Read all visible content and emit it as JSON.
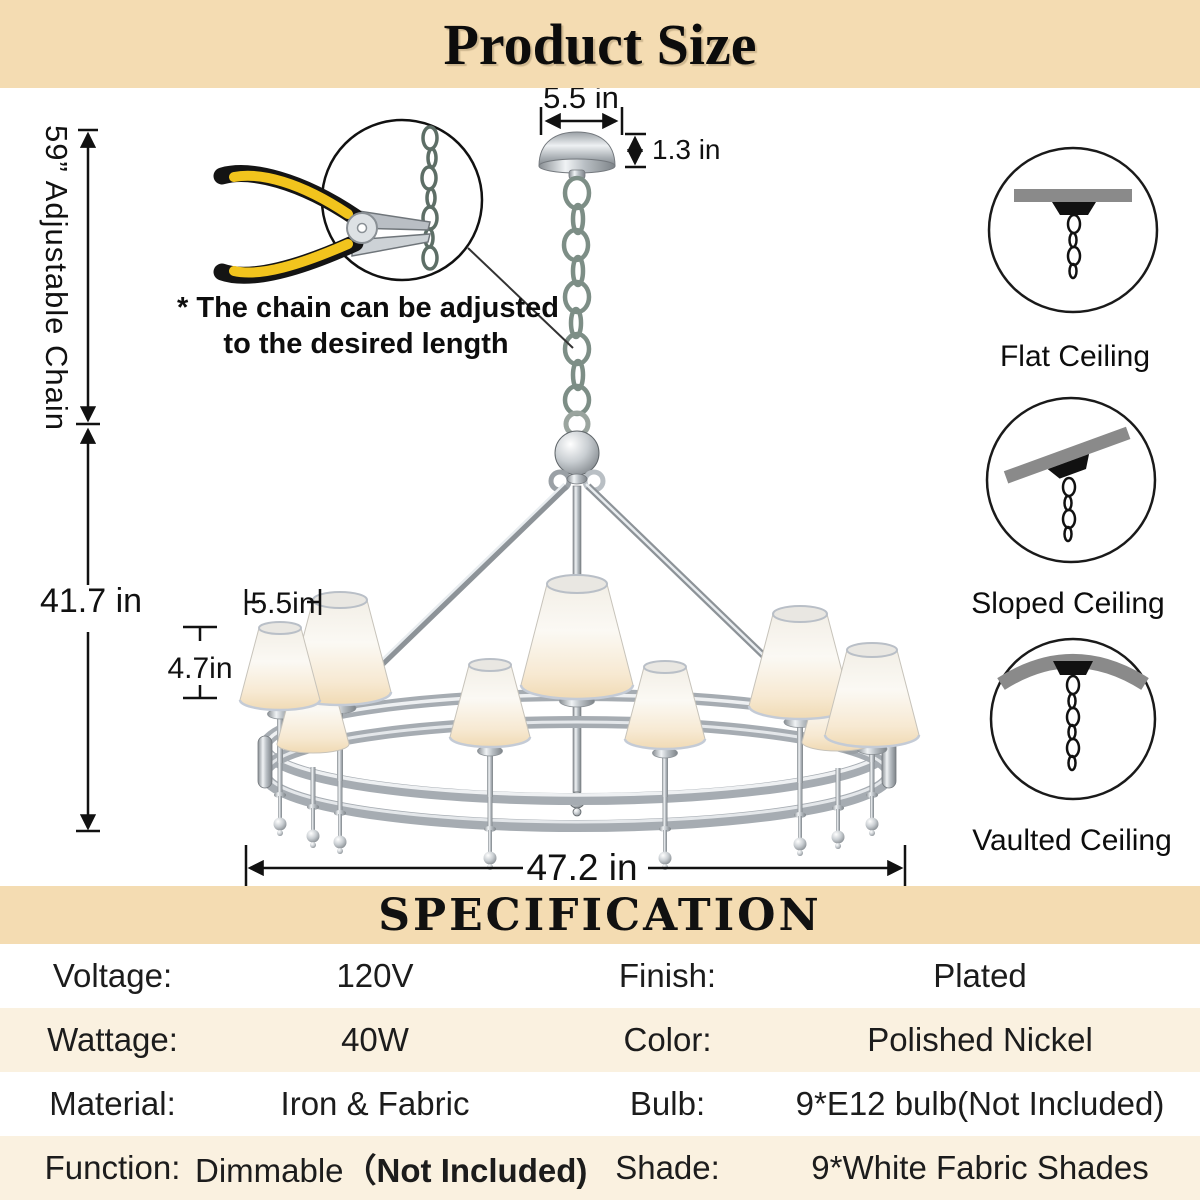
{
  "header": {
    "title": "Product Size"
  },
  "note": {
    "line1": "* The chain can be adjusted",
    "line2": "to the desired length"
  },
  "dimensions": {
    "canopy_width": "5.5 in",
    "canopy_height": "1.3 in",
    "chain_label": "59”  Adjustable Chain",
    "overall_height": "41.7 in",
    "shade_width": "5.5in",
    "shade_height": "4.7in",
    "overall_width": "47.2 in"
  },
  "ceiling_types": [
    {
      "label": "Flat Ceiling"
    },
    {
      "label": "Sloped Ceiling"
    },
    {
      "label": "Vaulted Ceiling"
    }
  ],
  "spec": {
    "title": "SPECIFICATION",
    "rows": [
      {
        "l1": "Voltage:",
        "v1": "120V",
        "l2": "Finish:",
        "v2": "Plated"
      },
      {
        "l1": "Wattage:",
        "v1": "40W",
        "l2": "Color:",
        "v2": "Polished Nickel"
      },
      {
        "l1": "Material:",
        "v1": "Iron & Fabric",
        "l2": "Bulb:",
        "v2": "9*E12 bulb(Not Included)"
      },
      {
        "l1": "Function:",
        "v1": "Dimmable",
        "v1_bold": "（Not Included)",
        "l2": "Shade:",
        "v2": "9*White Fabric Shades"
      }
    ]
  },
  "colors": {
    "banner": "#f4dcb2",
    "row_alt": "#faf1e0",
    "metal_light": "#e9edf0",
    "metal_dark": "#7c8287",
    "shade_glow": "#f0dab4"
  }
}
